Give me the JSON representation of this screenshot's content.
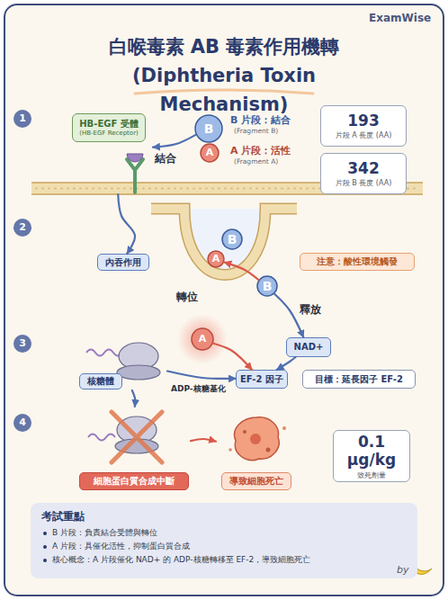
{
  "diagram": {
    "title": "白喉毒素 AB 毒素作用機轉 (Diphtheria Toxin Mechanism)",
    "nodes": [
      {
        "text": [
          "HB-EGF 受體",
          "(HB-EGF Receptor)"
        ]
      },
      {
        "text": [
          "B"
        ]
      },
      {
        "text": [
          "A"
        ]
      },
      {
        "text": [
          "193",
          "片段 A 長度 (AA)"
        ]
      },
      {
        "text": [
          "342",
          "片段 B 長度 (AA)"
        ]
      },
      {
        "text": [
          "內吞作用"
        ]
      },
      {
        "text": [
          "B"
        ]
      },
      {
        "text": [
          "A"
        ]
      },
      {
        "text": [
          "B"
        ]
      },
      {
        "text": [
          "注意：酸性環境觸發"
        ]
      },
      {
        "text": [
          "核糖體"
        ]
      },
      {
        "text": [
          "A"
        ]
      },
      {
        "text": [
          "NAD+"
        ]
      },
      {
        "text": [
          "EF-2 因子"
        ]
      },
      {
        "text": [
          "目標：延長因子 EF-2"
        ]
      },
      {
        "text": [
          "細胞蛋白質合成中斷"
        ]
      },
      {
        "text": [
          "導致細胞死亡"
        ]
      },
      {
        "text": [
          "0.1 μg/kg",
          "致死劑量"
        ]
      },
      {
        "text": [
          "考試重點",
          "B 片段：負責結合受體與轉位",
          "A 片段：具催化活性，抑制蛋白質合成",
          "核心概念：A 片段催化 NAD+ 的 ADP-核糖轉移至 EF-2，導致細胞死亡"
        ]
      }
    ],
    "edges": [
      {
        "from": 1,
        "to": 0,
        "label": "結合",
        "arrow": "to"
      },
      {
        "from": 0,
        "to": 5,
        "arrow": "to"
      },
      {
        "from": 8,
        "to": 7,
        "arrow": "to"
      },
      {
        "from": 8,
        "to": 12,
        "label": "釋放",
        "arrow": "to"
      },
      {
        "from": 11,
        "to": 13,
        "arrow": "to"
      },
      {
        "from": 12,
        "to": 13,
        "arrow": "to"
      },
      {
        "from": 10,
        "to": 13,
        "label": "ADP-核糖基化",
        "arrow": "to"
      },
      {
        "from": 10,
        "to": 15,
        "arrow": "to"
      },
      {
        "from": 15,
        "to": 16,
        "arrow": "to"
      }
    ],
    "labels": [
      "ExamWise",
      "1",
      "B 片段：結合",
      "(Fragment B)",
      "A 片段：活性",
      "(Fragment A)",
      "2",
      "轉位",
      "3",
      "4",
      "by"
    ]
  }
}
